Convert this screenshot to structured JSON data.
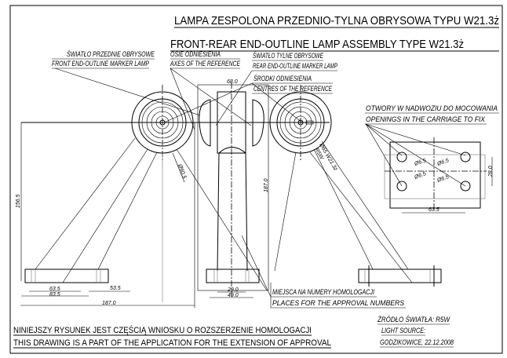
{
  "title": {
    "pl": "LAMPA  ZESPOLONA  PRZEDNIO-TYLNA OBRYSOWA TYPU W21.3ż",
    "en": "FRONT-REAR END-OUTLINE LAMP ASSEMBLY TYPE W21.3ż"
  },
  "labels": {
    "front_lamp_pl": "ŚWIATŁO PRZEDNIE OBRYSOWE",
    "front_lamp_en": "FRONT END-OUTLINE MARKER LAMP",
    "axes_pl": "OSIE ODNIESIENIA",
    "axes_en": "AXES OF THE REFERENCE",
    "rear_lamp_pl": "ŚWIATŁO TYLNE OBRYSOWE",
    "rear_lamp_en": "REAR END-OUTLINE MARKER LAMP",
    "centres_pl": "ŚRODKI ODNIESIENIA",
    "centres_en": "CENTRES OF THE REFERENCE",
    "openings_pl": "OTWORY W NADWOZIU DO MOCOWANIA",
    "openings_en": "OPENINGS IN THE CARRIAGE TO FIX",
    "approval_pl": "MIEJSCA NA NUMERY HOMOLOGACJI",
    "approval_en": "PLACES FOR THE APPROVAL NUMBERS",
    "bulb_1": "Ø65 W21.3ż",
    "bulb_2": "R5W"
  },
  "dimensions": {
    "width_top": "68.0",
    "diameter": "Ø60.5",
    "height_left": "156.5",
    "height_mid": "187.0",
    "base_inner": "63.5",
    "base_outer": "83.5",
    "offset": "53.5",
    "total_width": "187.0",
    "mid_inner": "29.0",
    "mid_outer": "49.0",
    "hole_1": "Ø6.5",
    "hole_2": "Ø6.5",
    "hole_3": "Ø6.5",
    "hole_4": "Ø6.5",
    "hole_spacing_v": "28.0",
    "hole_spacing_h": "63.5"
  },
  "footer": {
    "note_pl": "NINIEJSZY RYSUNEK JEST CZĘŚCIĄ WNIOSKU O ROZSZERZENIE HOMOLOGACJI",
    "note_en": "THIS DRAWING IS A PART OF THE APPLICATION FOR THE EXTENSION OF APPROVAL",
    "light_source_pl": "ŹRÓDŁO ŚWIATŁA:  R5W",
    "light_source_en": "LIGHT SOURCE:",
    "place_date": "GODZIKOWICE, 22.12.2008"
  }
}
